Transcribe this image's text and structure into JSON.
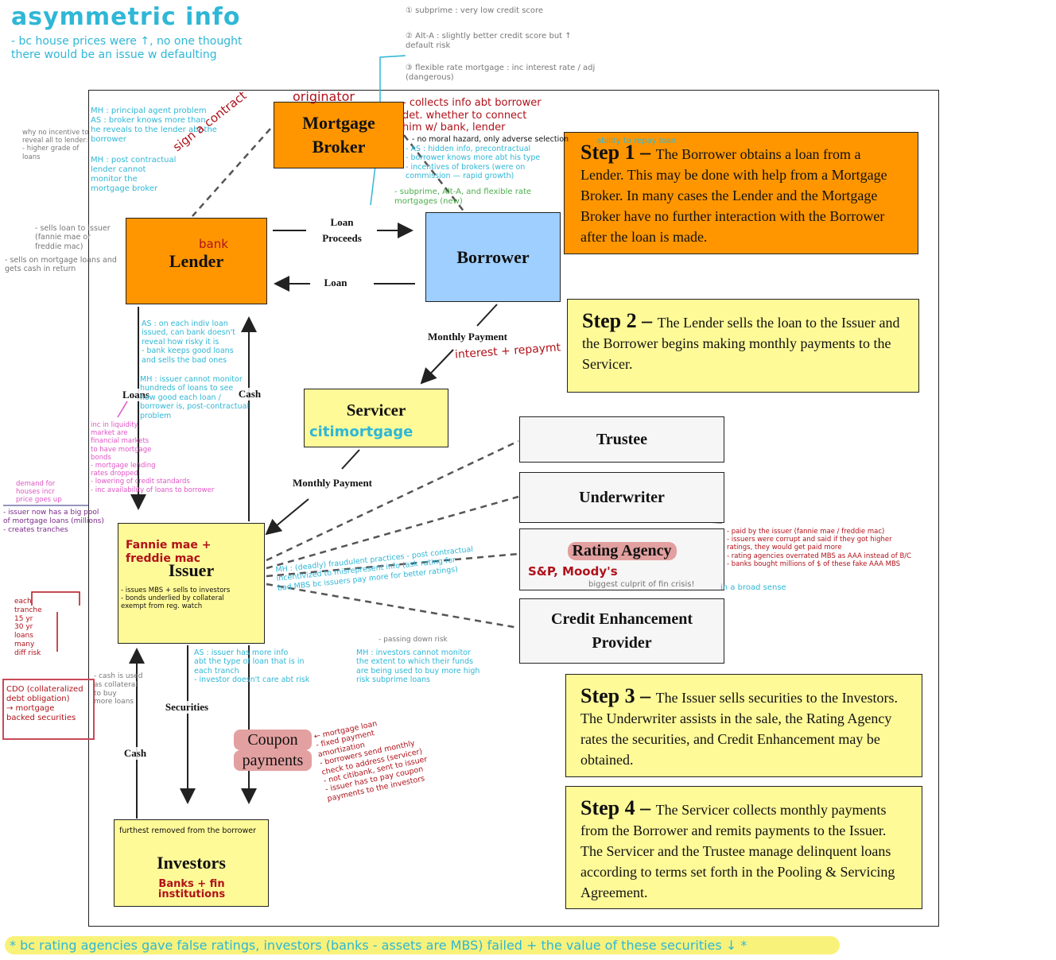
{
  "colors": {
    "orange": "#ff9600",
    "blue": "#9fcfff",
    "yellow": "#fffa98",
    "annotation_cyan": "#2fb7d6",
    "annotation_red": "#b0121a"
  },
  "title": "asymmetric info",
  "intro_note": "- bc house prices were ↑, no one thought there would be an issue w defaulting",
  "boxes": {
    "broker": [
      "Mortgage",
      "Broker"
    ],
    "lender": "Lender",
    "borrower": "Borrower",
    "servicer": "Servicer",
    "issuer": "Issuer",
    "investors": "Investors",
    "trustee": "Trustee",
    "underwriter": "Underwriter",
    "rating": "Rating Agency",
    "credit": [
      "Credit Enhancement",
      "Provider"
    ]
  },
  "flow_labels": {
    "loan_proceeds": [
      "Loan",
      "Proceeds"
    ],
    "loan": "Loan",
    "monthly_payment_1": "Monthly Payment",
    "monthly_payment_2": "Monthly Payment",
    "loans": "Loans",
    "cash_up": "Cash",
    "securities": "Securities",
    "cash_left": "Cash",
    "coupon": [
      "Coupon",
      "payments"
    ]
  },
  "steps": [
    {
      "num": "Step 1",
      "dash": " – ",
      "text": "The Borrower obtains a loan from a Lender.  This may be done with help from a Mortgage Broker.  In many cases the Lender and the Mortgage Broker have no further interaction with the Borrower after the loan is made."
    },
    {
      "num": "Step 2",
      "dash": " – ",
      "text": "The Lender sells the loan to the Issuer and the Borrower begins making monthly payments to the Servicer."
    },
    {
      "num": "Step 3",
      "dash": " – ",
      "text": "The Issuer sells securities to the Investors.  The Underwriter assists in the sale, the Rating Agency rates the securities, and Credit Enhancement may be obtained."
    },
    {
      "num": "Step 4",
      "dash": " – ",
      "text": "The Servicer collects monthly payments from the Borrower and remits payments to the Issuer.  The Servicer and the Trustee manage delinquent loans according to terms set forth in the Pooling & Servicing Agreement."
    }
  ],
  "annotations": {
    "subprime": "① subprime : very low credit score",
    "alt_a": "② Alt-A : slightly better credit score but ↑ default risk",
    "flex": "③ flexible rate mortgage : inc interest rate / adj (dangerous)",
    "originator": "originator",
    "collects": "- collects info abt borrower\n  det. whether to connect\n  him w/ bank, lender",
    "no_moral": "- no moral hazard, only adverse selection",
    "as_hidden": "- AS : hidden info, precontractual\n- borrower knows more abt his type\n- incentives of brokers (were on\n  commission — rapid growth)",
    "subprime_alt": "- subprime, Alt-A, and flexible rate\n  mortgages (new)",
    "ability": "ability to repay loan",
    "pa_problem": "MH : principal agent problem\nAS : broker knows more than\nhe reveals to the lender abt the\nborrower",
    "mh_contract": "MH : post contractual\nlender cannot\nmonitor the\nmortgage broker",
    "why_no": "why no incentive to\nreveal all to lender:\n- higher grade of\nloans",
    "sign_contract": "sign a contract",
    "bank": "bank",
    "sells_loan": "- sells loan to issuer\n  (fannie mae or\n  freddie mac)",
    "sells_mortgage": "- sells on mortgage loans and\ngets cash in return",
    "interest": "interest + repaymt",
    "as_each": "AS : on each indiv loan\nissued, can bank doesn't\nreveal how risky it is\n- bank keeps good loans\nand sells the bad ones",
    "mh_issuer": "MH : issuer cannot monitor\nhundreds of loans to see\nhow good each loan /\nborrower is, post-contractual\nproblem",
    "citimortgage": "citimortgage",
    "pink_notes": "inc in liquidity\nmarket are\nfinancial markets\nto have mortgage\nbonds\n- mortgage lending\nrates dropped\n- lowering of credit standards\n- inc availability of loans to borrower",
    "demand": "demand for\nhouses incr\nprice goes up",
    "purple_notes": "- issuer now has a big pool\n  of mortgage loans (millions)\n- creates tranches",
    "fannie": "Fannie mae +\nfreddie mac",
    "issuer_notes": "- issues MBS + sells to investors\n- bonds underlied by collateral\n  exempt from reg. watch",
    "tranches": "each tranche\n15 yr\n30 yr\nloans\nmany\ndiff risk",
    "cdo": "CDO (collateralized\ndebt obligation)\n→ mortgage\nbacked securities",
    "as_issuer": "AS : issuer has more info\nabt the type of loan that is in\neach tranch\n- investor doesn't care abt risk",
    "cash_used": "- cash is used\nas collateral\nto buy\nmore loans",
    "mh_investors": "MH : investors cannot monitor\nthe extent to which their funds\nare being used to buy more high\nrisk subprime loans",
    "passing": "- passing down risk",
    "mh_fraud": "MH : (deadly) fraudulent practices - post contractual\nincentivized to misrepresent info (ask rating for\nbad MBS bc issuers pay more for better ratings)",
    "paid_by": "- paid by the issuer (fannie mae / freddie mac)\n- issuers were corrupt and said if they got higher\n  ratings, they would get paid more\n- rating agencies overrated MBS as AAA instead of B/C\n- banks bought millions of $ of these fake AAA MBS",
    "sp": "S&P, Moody's",
    "biggest": "biggest culprit of fin crisis!",
    "broad": "in a broad sense",
    "coupon_notes": "← mortgage loan\n- fixed payment\n  amortization\n- borrowers send monthly\n  check to address (servicer)\n- not citibank, sent to issuer\n- issuer has to pay coupon\n  payments to the investors",
    "furthest": "furthest removed from the borrower",
    "banks_fin": "Banks + fin\ninstitutions",
    "footer": "* bc rating agencies gave false ratings, investors (banks - assets are MBS) failed + the value of these securities ↓ *"
  }
}
